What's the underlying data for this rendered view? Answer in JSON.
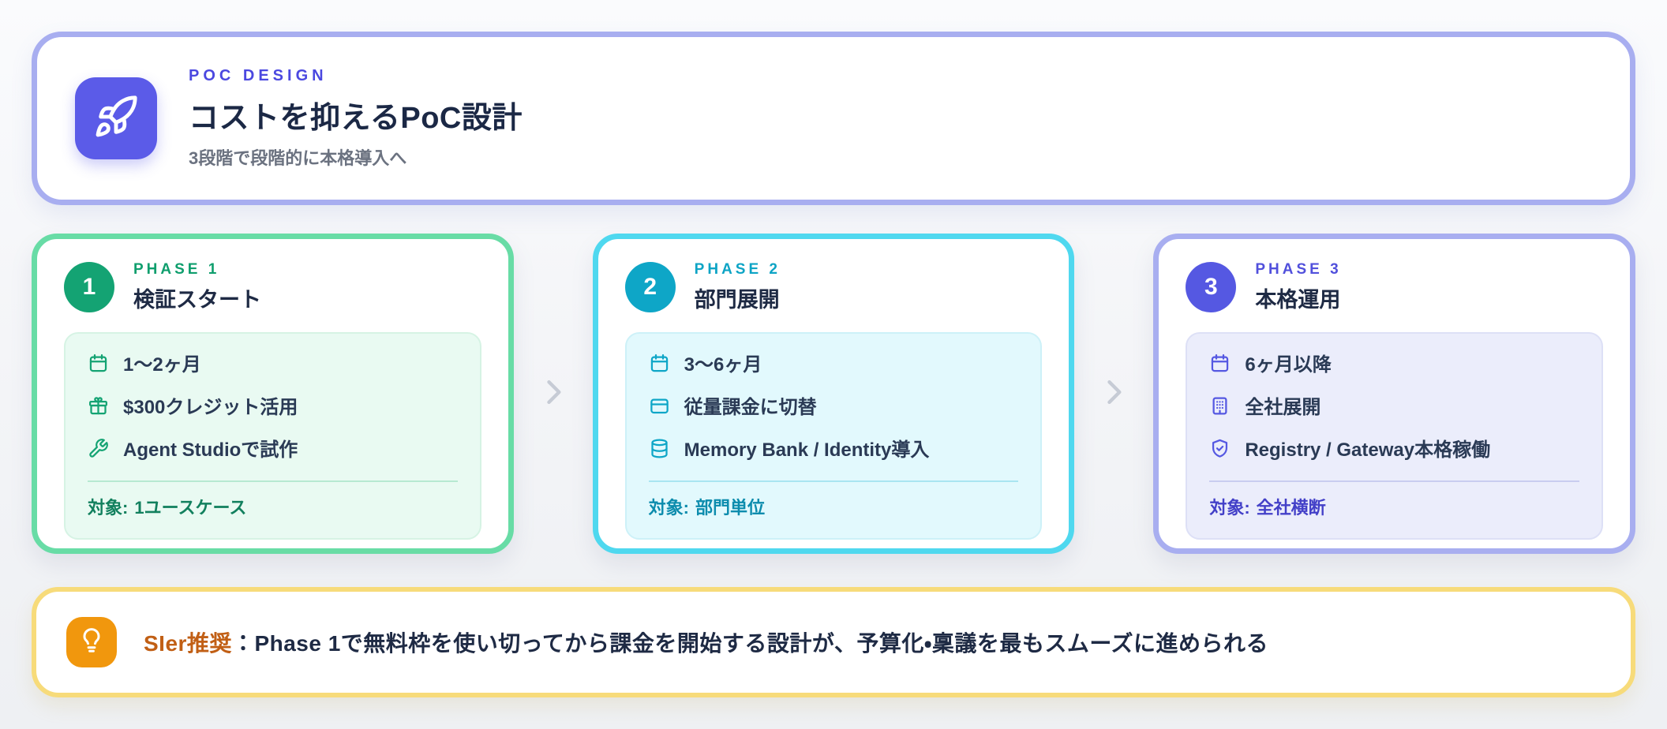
{
  "header": {
    "kicker": "POC DESIGN",
    "title": "コストを抑えるPoC設計",
    "subtitle": "3段階で段階的に本格導入へ",
    "icon": "rocket-icon",
    "accent_color": "#5b5be8",
    "border_color": "#a8aef0"
  },
  "phases": [
    {
      "number": "1",
      "kicker": "PHASE 1",
      "title": "検証スタート",
      "items": [
        {
          "icon": "calendar-icon",
          "text": "1〜2ヶ月"
        },
        {
          "icon": "gift-icon",
          "text": "$300クレジット活用"
        },
        {
          "icon": "wrench-icon",
          "text": "Agent Studioで試作"
        }
      ],
      "target_label": "対象:",
      "target_value": "1ユースケース",
      "accent_color": "#14a373",
      "border_color": "#68dca6",
      "panel_color": "#e9faf2"
    },
    {
      "number": "2",
      "kicker": "PHASE 2",
      "title": "部門展開",
      "items": [
        {
          "icon": "calendar-icon",
          "text": "3〜6ヶ月"
        },
        {
          "icon": "credit-card-icon",
          "text": "従量課金に切替"
        },
        {
          "icon": "database-icon",
          "text": "Memory Bank / Identity導入"
        }
      ],
      "target_label": "対象:",
      "target_value": "部門単位",
      "accent_color": "#0ea6c7",
      "border_color": "#4fd8ef",
      "panel_color": "#e2f9fd"
    },
    {
      "number": "3",
      "kicker": "PHASE 3",
      "title": "本格運用",
      "items": [
        {
          "icon": "calendar-icon",
          "text": "6ヶ月以降"
        },
        {
          "icon": "building-icon",
          "text": "全社展開"
        },
        {
          "icon": "shield-check-icon",
          "text": "Registry / Gateway本格稼働"
        }
      ],
      "target_label": "対象:",
      "target_value": "全社横断",
      "accent_color": "#5558e2",
      "border_color": "#a8aef0",
      "panel_color": "#ebedfb"
    }
  ],
  "footer": {
    "icon": "lightbulb-icon",
    "highlight": "SIer推奨",
    "text": "：Phase 1で無料枠を使い切ってから課金を開始する設計が、予算化・稟議を最もスムーズに進められる",
    "highlight_color": "#c15f15",
    "icon_bg_color": "#f1970d",
    "border_color": "#f7db7a"
  }
}
